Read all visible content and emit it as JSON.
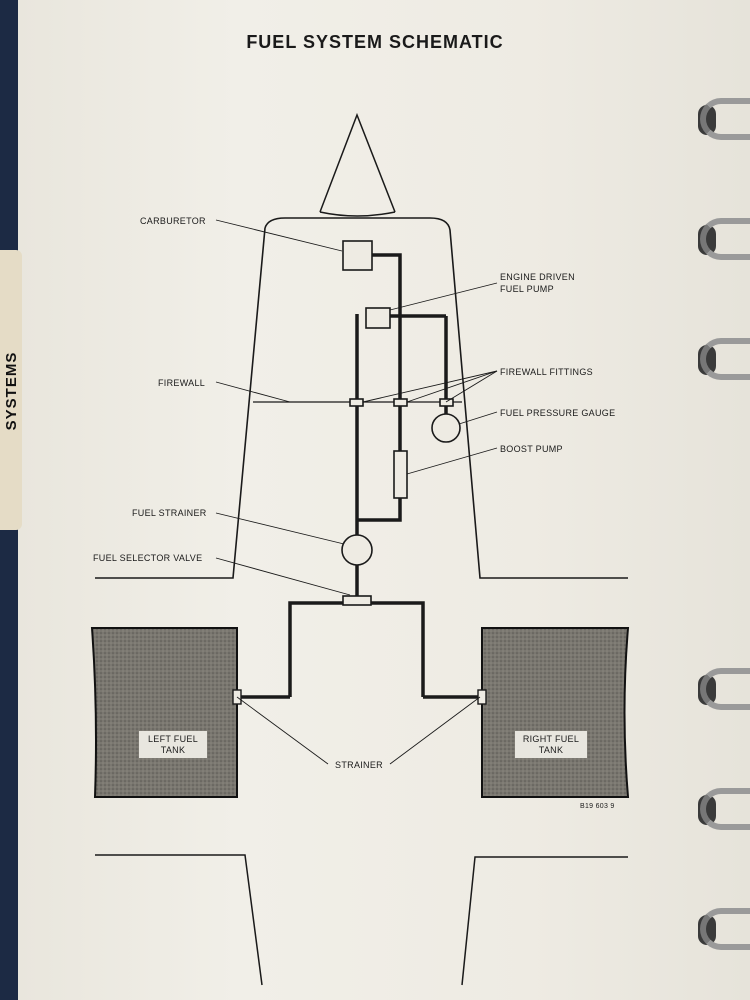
{
  "page": {
    "title": "FUEL SYSTEM SCHEMATIC",
    "tab_label": "SYSTEMS",
    "figure_number": "B19 603 9"
  },
  "labels": {
    "carburetor": "CARBURETOR",
    "engine_driven_fuel_pump_line1": "ENGINE DRIVEN",
    "engine_driven_fuel_pump_line2": "FUEL PUMP",
    "firewall": "FIREWALL",
    "firewall_fittings": "FIREWALL FITTINGS",
    "fuel_pressure_gauge": "FUEL PRESSURE GAUGE",
    "boost_pump": "BOOST PUMP",
    "fuel_strainer": "FUEL STRAINER",
    "fuel_selector_valve": "FUEL SELECTOR VALVE",
    "left_fuel_tank_line1": "LEFT FUEL",
    "left_fuel_tank_line2": "TANK",
    "right_fuel_tank_line1": "RIGHT FUEL",
    "right_fuel_tank_line2": "TANK",
    "strainer": "STRAINER"
  },
  "colors": {
    "ink": "#1a1a1a",
    "tank_fill": "#6e6c66",
    "paper": "#eeebe3"
  }
}
